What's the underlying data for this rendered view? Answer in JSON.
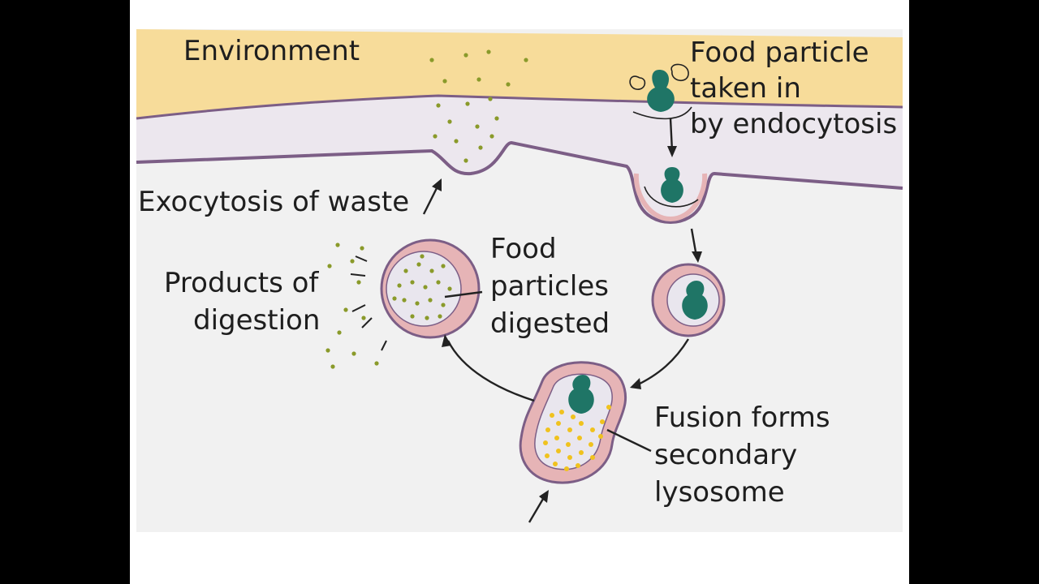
{
  "labels": {
    "environment": "Environment",
    "food_taken_in": [
      "Food particle",
      "taken in",
      "by endocytosis"
    ],
    "exocytosis": "Exocytosis of waste",
    "products": [
      "Products of",
      "digestion"
    ],
    "digested": [
      "Food",
      "particles",
      "digested"
    ],
    "fusion": [
      "Fusion forms",
      "secondary",
      "lysosome"
    ]
  },
  "colors": {
    "environment": "#f7dc9a",
    "membrane_fill": "#ece7ee",
    "membrane_edge": "#7c5e86",
    "cytoplasm": "#f1f1f1",
    "vesicle_rim": "#e6b4b6",
    "vesicle_lumen": "#e9e6ee",
    "food_particle": "#1f7566",
    "digestion_dot": "#8a9a2a",
    "enzyme_dot": "#f0c21e",
    "background_bars": "#000000"
  }
}
